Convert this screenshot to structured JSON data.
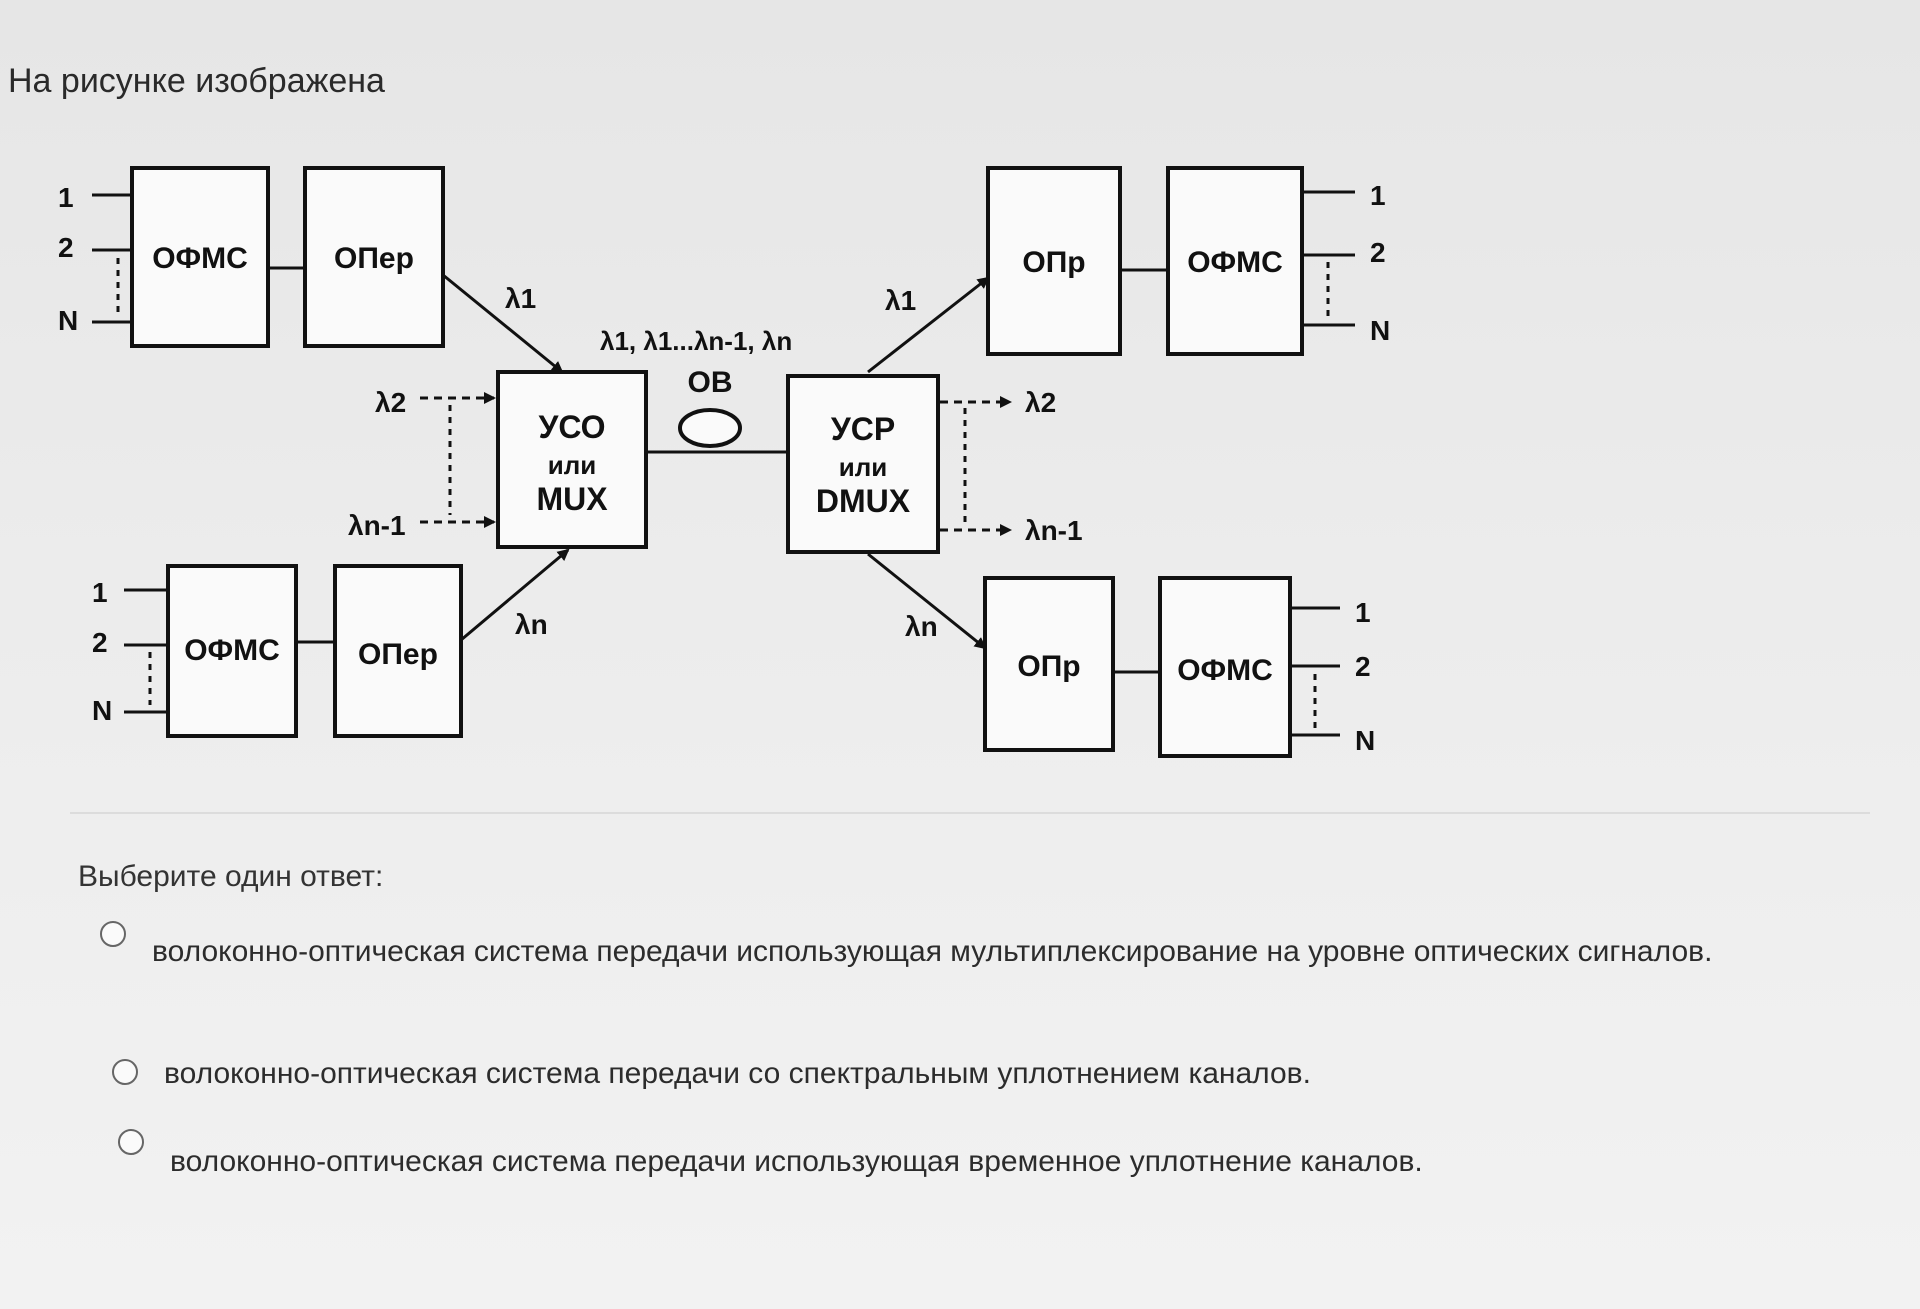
{
  "question": {
    "title": "На рисунке изображена",
    "prompt": "Выберите один ответ:",
    "options": [
      {
        "label": "волоконно-оптическая система передачи использующая мультиплексирование на уровне оптических сигналов.",
        "selected": false
      },
      {
        "label": "волоконно-оптическая система передачи со спектральным уплотнением каналов.",
        "selected": false
      },
      {
        "label": "волоконно-оптическая система передачи использующая временное уплотнение каналов.",
        "selected": false
      }
    ]
  },
  "diagram": {
    "blocks": {
      "ofms": "ОФМС",
      "oper": "ОПер",
      "opr": "ОПр",
      "mux_line1": "УСО",
      "mux_line2": "или",
      "mux_line3": "MUX",
      "dmux_line1": "УСР",
      "dmux_line2": "или",
      "dmux_line3": "DMUX"
    },
    "labels": {
      "lambda1": "λ1",
      "lambda2": "λ2",
      "lambda_n1": "λn-1",
      "lambda_n": "λn",
      "lambda_all": "λ1, λ1...λn-1, λn",
      "fiber": "ОВ",
      "in1": "1",
      "in2": "2",
      "inN": "N"
    }
  }
}
